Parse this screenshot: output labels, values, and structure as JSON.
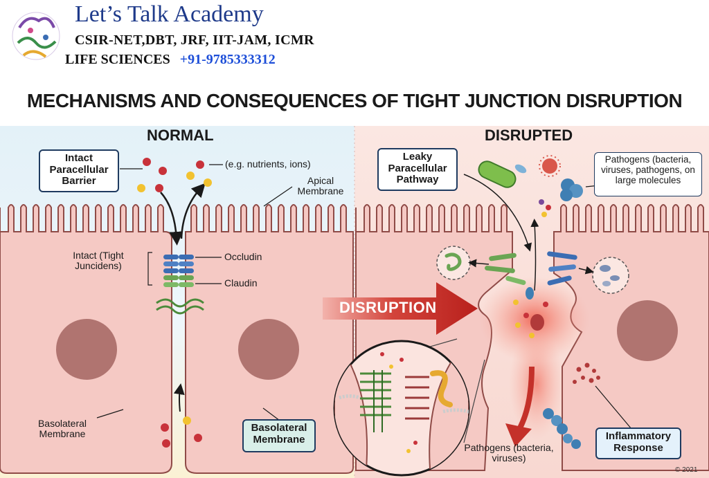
{
  "brand": {
    "name": "Let’s Talk Academy",
    "exams": "CSIR-NET,DBT, JRF, IIT-JAM, ICMR",
    "subject": "LIFE SCIENCES",
    "phone": "+91-9785333312"
  },
  "title": "MECHANISMS AND CONSEQUENCES OF TIGHT JUNCTION DISRUPTION",
  "normal": {
    "heading": "NORMAL",
    "barrier_box": "Intact Paracellular Barrier",
    "nutrients_label": "(e.g. nutrients, ions)",
    "apical_label": "Apical Membrane",
    "intact_label": "Intact (Tight Juncidens)",
    "occludin_label": "Occludin",
    "claudin_label": "Claudin",
    "basolateral_left": "Basolateral Membrane",
    "basolateral_box": "Basolateral Membrane"
  },
  "disrupted": {
    "heading": "DISRUPTED",
    "leaky_box": "Leaky Paracellular Pathway",
    "pathogens_box": "Pathogens (bacteria, viruses, pathogens, on large molecules",
    "arrow_label": "DISRUPTION",
    "pathogens_bottom": "Pathogens (bacteria, viruses)",
    "inflammatory_box": "Inflammatory Response"
  },
  "copyright": "© 2021",
  "colors": {
    "normal_bg": "#e3f1f8",
    "disrupted_bg": "#fbe1dc",
    "cell_fill": "#f5c9c4",
    "cell_stroke": "#8f4b47",
    "nucleus": "#b07470",
    "occludin": "#3b6db3",
    "claudin": "#6aa553",
    "arrow_red": "#c4312a",
    "particle_red": "#c8323a",
    "particle_yellow": "#f2c230"
  }
}
